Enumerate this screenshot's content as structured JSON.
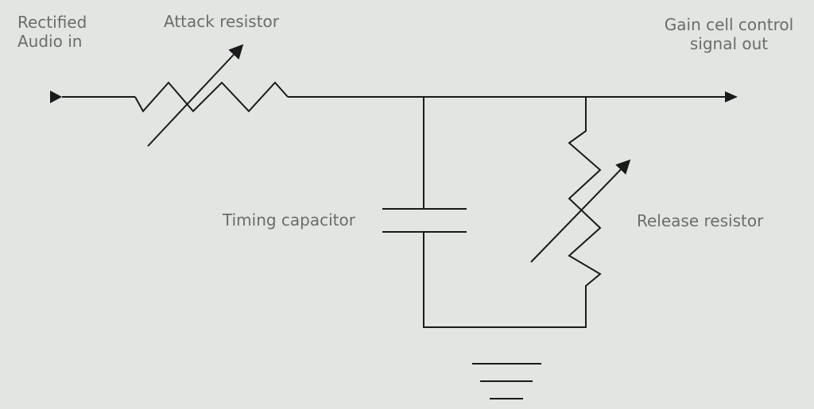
{
  "labels": {
    "input_line1": "Rectified",
    "input_line2": "Audio in",
    "attack": "Attack resistor",
    "output_line1": "Gain cell control",
    "output_line2": "signal out",
    "timing": "Timing capacitor",
    "release": "Release resistor"
  },
  "colors": {
    "background": "#e2e5e2",
    "wire": "#1a1a1a",
    "text": "#6a6d6a"
  }
}
